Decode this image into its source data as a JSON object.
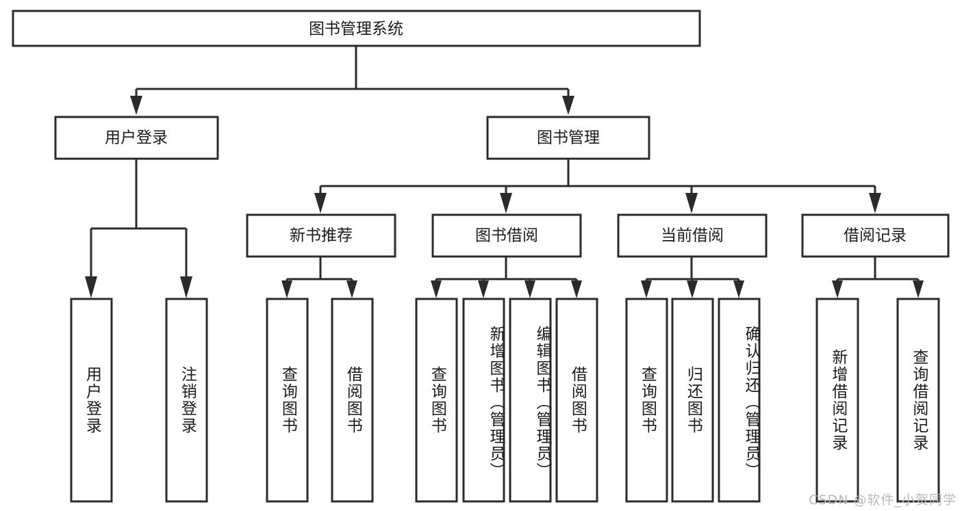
{
  "diagram": {
    "type": "tree-flowchart",
    "root": {
      "id": "root",
      "label": "图书管理系统"
    },
    "level2": [
      {
        "id": "user-login",
        "label": "用户登录"
      },
      {
        "id": "book-manage",
        "label": "图书管理"
      }
    ],
    "level3": [
      {
        "id": "new-book-rec",
        "label": "新书推荐",
        "parent": "book-manage"
      },
      {
        "id": "book-borrow",
        "label": "图书借阅",
        "parent": "book-manage"
      },
      {
        "id": "current-borrow",
        "label": "当前借阅",
        "parent": "book-manage"
      },
      {
        "id": "borrow-record",
        "label": "借阅记录",
        "parent": "book-manage"
      }
    ],
    "leaves": [
      {
        "id": "leaf-user-login",
        "label": "用户登录",
        "parent": "user-login"
      },
      {
        "id": "leaf-logout",
        "label": "注销登录",
        "parent": "user-login"
      },
      {
        "id": "leaf-query-book-1",
        "label": "查询图书",
        "parent": "new-book-rec"
      },
      {
        "id": "leaf-borrow-book-1",
        "label": "借阅图书",
        "parent": "new-book-rec"
      },
      {
        "id": "leaf-query-book-2",
        "label": "查询图书",
        "parent": "book-borrow"
      },
      {
        "id": "leaf-add-book",
        "label": "新增图书（管理员）",
        "parent": "book-borrow"
      },
      {
        "id": "leaf-edit-book",
        "label": "编辑图书（管理员）",
        "parent": "book-borrow"
      },
      {
        "id": "leaf-borrow-book-2",
        "label": "借阅图书",
        "parent": "book-borrow"
      },
      {
        "id": "leaf-query-book-3",
        "label": "查询图书",
        "parent": "current-borrow"
      },
      {
        "id": "leaf-return-book",
        "label": "归还图书",
        "parent": "current-borrow"
      },
      {
        "id": "leaf-confirm-return",
        "label": "确认归还（管理员）",
        "parent": "current-borrow"
      },
      {
        "id": "leaf-add-record",
        "label": "新增借阅记录",
        "parent": "borrow-record"
      },
      {
        "id": "leaf-query-record",
        "label": "查询借阅记录",
        "parent": "borrow-record"
      }
    ],
    "colors": {
      "stroke": "#2b2b2b",
      "fill": "#ffffff",
      "text": "#1b1b1b",
      "watermark": "#b9b9b9"
    }
  },
  "watermark": {
    "text": "CSDN @软件_小贺同学"
  }
}
